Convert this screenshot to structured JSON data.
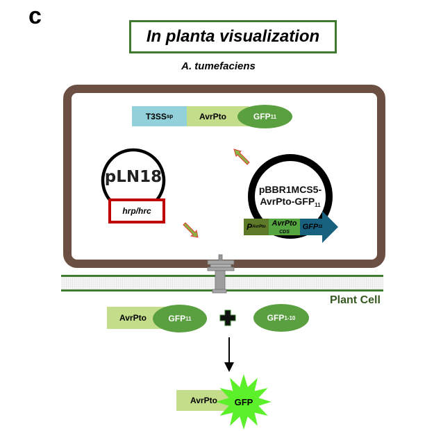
{
  "panel_letter": "c",
  "title": "In planta visualization",
  "organism": "A. tumefaciens",
  "colors": {
    "title_border": "#3f7a2e",
    "bacterial_wall": "#6b4f43",
    "t3ss_sp": "#92d0da",
    "avrpto_light": "#c4dd8a",
    "gfp_green": "#5aa040",
    "promoter": "#5e7a28",
    "avrpto_cds": "#55a640",
    "gfp11_arrow": "#17607e",
    "hrp_box": "#c00000",
    "gfp_burst": "#5cf02a",
    "membrane": "#3f7a2e",
    "plant_label": "#35581f"
  },
  "fusion_protein": {
    "segments": [
      {
        "label": "T3SS",
        "sub": "sp"
      },
      {
        "label": "AvrPto",
        "sub": ""
      },
      {
        "label": "GFP",
        "sub": "11"
      }
    ]
  },
  "plasmid_helper": {
    "name": "pLN18",
    "locus": "hrp/hrc"
  },
  "plasmid_reporter": {
    "name_line1": "pBBR1MCS5-",
    "name_line2": "AvrPto-GFP",
    "name_line2_sub": "11",
    "cassette": [
      {
        "label": "P",
        "sub": "AvrPto"
      },
      {
        "label": "AvrPto",
        "sub": "CDS"
      },
      {
        "label": "GFP",
        "sub": "11"
      }
    ]
  },
  "secretion_apparatus": "type-III-secretion-system",
  "plant_cell_label": "Plant Cell",
  "complementation": {
    "left": {
      "tag": "AvrPto",
      "gfp": "GFP",
      "gfp_sub": "11"
    },
    "operator": "+",
    "right": {
      "gfp": "GFP",
      "gfp_sub": "1-10"
    }
  },
  "result": {
    "tag": "AvrPto",
    "gfp": "GFP"
  }
}
